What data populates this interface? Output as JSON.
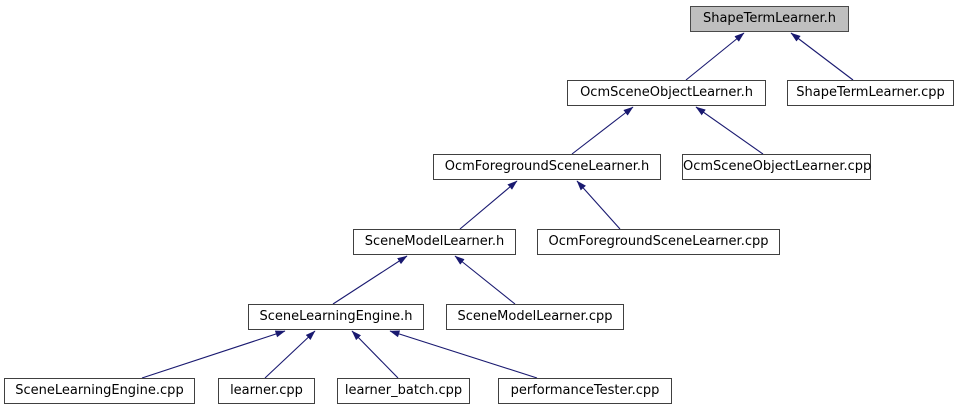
{
  "diagram": {
    "kind": "doxygen-include-dependency-graph",
    "root_file": "ShapeTermLearner.h"
  },
  "colors": {
    "edge": "#191970",
    "node_fill": "#ffffff",
    "node_border": "#404040",
    "highlight_fill": "#bfbfbf",
    "text": "#000000",
    "background": "#ffffff"
  },
  "nodes": [
    {
      "id": "ShapeTermLearner.h",
      "label": "ShapeTermLearner.h",
      "highlighted": true
    },
    {
      "id": "OcmSceneObjectLearner.h",
      "label": "OcmSceneObjectLearner.h",
      "highlighted": false
    },
    {
      "id": "ShapeTermLearner.cpp",
      "label": "ShapeTermLearner.cpp",
      "highlighted": false
    },
    {
      "id": "OcmForegroundSceneLearner.h",
      "label": "OcmForegroundSceneLearner.h",
      "highlighted": false
    },
    {
      "id": "OcmSceneObjectLearner.cpp",
      "label": "OcmSceneObjectLearner.cpp",
      "highlighted": false
    },
    {
      "id": "SceneModelLearner.h",
      "label": "SceneModelLearner.h",
      "highlighted": false
    },
    {
      "id": "OcmForegroundSceneLearner.cpp",
      "label": "OcmForegroundSceneLearner.cpp",
      "highlighted": false
    },
    {
      "id": "SceneLearningEngine.h",
      "label": "SceneLearningEngine.h",
      "highlighted": false
    },
    {
      "id": "SceneModelLearner.cpp",
      "label": "SceneModelLearner.cpp",
      "highlighted": false
    },
    {
      "id": "SceneLearningEngine.cpp",
      "label": "SceneLearningEngine.cpp",
      "highlighted": false
    },
    {
      "id": "learner.cpp",
      "label": "learner.cpp",
      "highlighted": false
    },
    {
      "id": "learner_batch.cpp",
      "label": "learner_batch.cpp",
      "highlighted": false
    },
    {
      "id": "performanceTester.cpp",
      "label": "performanceTester.cpp",
      "highlighted": false
    }
  ],
  "edges": [
    {
      "from": "OcmSceneObjectLearner.h",
      "to": "ShapeTermLearner.h"
    },
    {
      "from": "ShapeTermLearner.cpp",
      "to": "ShapeTermLearner.h"
    },
    {
      "from": "OcmForegroundSceneLearner.h",
      "to": "OcmSceneObjectLearner.h"
    },
    {
      "from": "OcmSceneObjectLearner.cpp",
      "to": "OcmSceneObjectLearner.h"
    },
    {
      "from": "SceneModelLearner.h",
      "to": "OcmForegroundSceneLearner.h"
    },
    {
      "from": "OcmForegroundSceneLearner.cpp",
      "to": "OcmForegroundSceneLearner.h"
    },
    {
      "from": "SceneLearningEngine.h",
      "to": "SceneModelLearner.h"
    },
    {
      "from": "SceneModelLearner.cpp",
      "to": "SceneModelLearner.h"
    },
    {
      "from": "SceneLearningEngine.cpp",
      "to": "SceneLearningEngine.h"
    },
    {
      "from": "learner.cpp",
      "to": "SceneLearningEngine.h"
    },
    {
      "from": "learner_batch.cpp",
      "to": "SceneLearningEngine.h"
    },
    {
      "from": "performanceTester.cpp",
      "to": "SceneLearningEngine.h"
    }
  ]
}
